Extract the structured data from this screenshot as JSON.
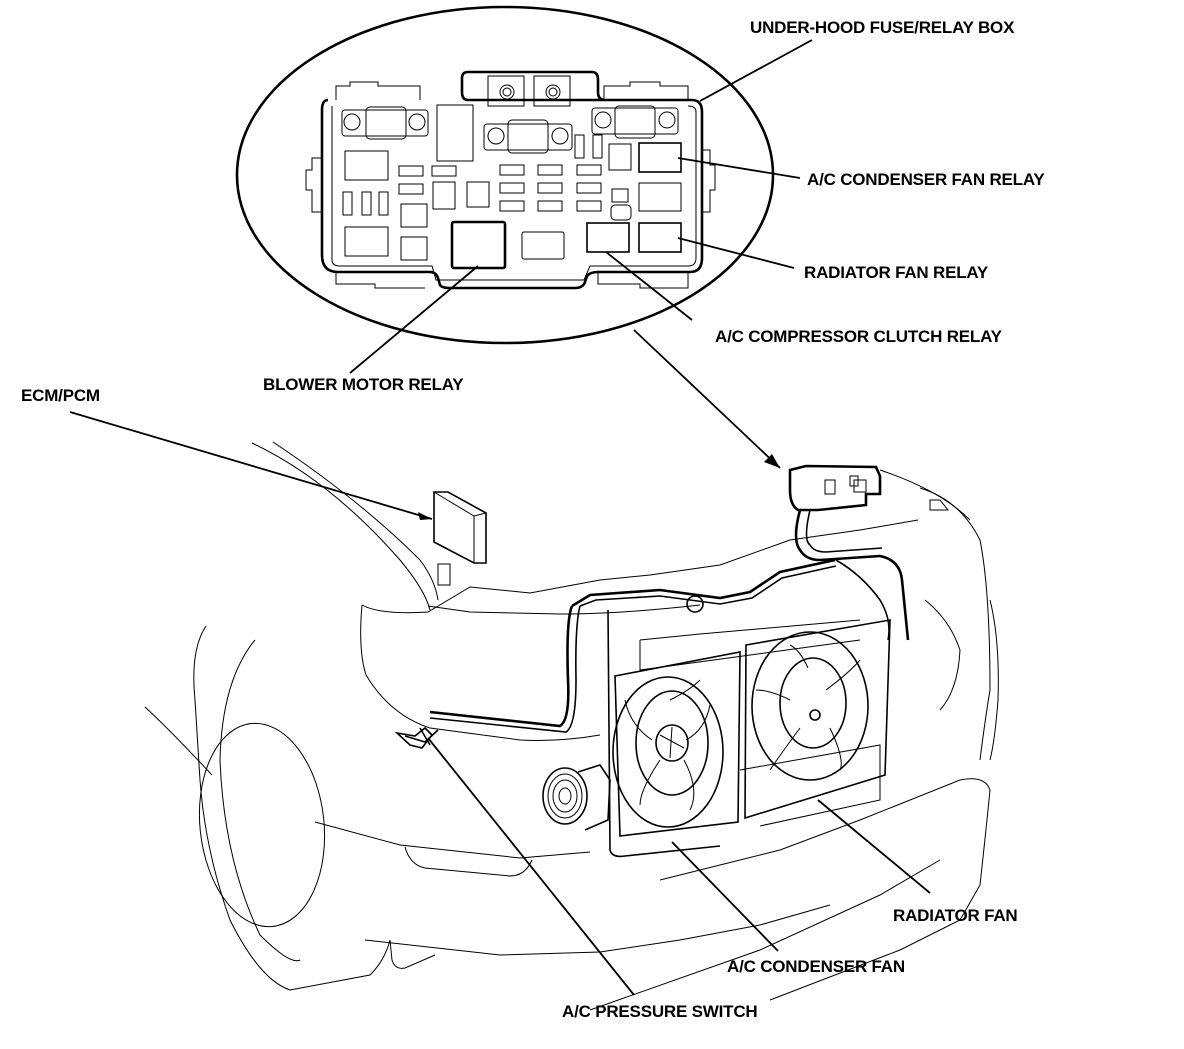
{
  "diagram": {
    "type": "component-location",
    "subject": "Cooling fan / A/C system component locations",
    "colors": {
      "line": "#000000",
      "background": "#ffffff"
    },
    "labels": {
      "fuse_box": "UNDER-HOOD FUSE/RELAY BOX",
      "ac_condenser_fan_relay": "A/C CONDENSER FAN RELAY",
      "radiator_fan_relay": "RADIATOR FAN RELAY",
      "ac_compressor_clutch_relay": "A/C COMPRESSOR CLUTCH RELAY",
      "blower_motor_relay": "BLOWER MOTOR RELAY",
      "ecm_pcm": "ECM/PCM",
      "radiator_fan": "RADIATOR FAN",
      "ac_condenser_fan": "A/C CONDENSER FAN",
      "ac_pressure_switch": "A/C PRESSURE SWITCH"
    },
    "callouts": [
      {
        "label": "fuse_box",
        "points_to": "fuse/relay box outline (detail view)"
      },
      {
        "label": "ac_condenser_fan_relay",
        "points_to": "upper-right relay in fuse box"
      },
      {
        "label": "radiator_fan_relay",
        "points_to": "lower-right relay in fuse box"
      },
      {
        "label": "ac_compressor_clutch_relay",
        "points_to": "lower relay left of radiator fan relay"
      },
      {
        "label": "blower_motor_relay",
        "points_to": "large bottom-center relay in fuse box"
      },
      {
        "label": "ecm_pcm",
        "points_to": "control module behind left headlight"
      },
      {
        "label": "radiator_fan",
        "points_to": "right fan shroud"
      },
      {
        "label": "ac_condenser_fan",
        "points_to": "left fan shroud"
      },
      {
        "label": "ac_pressure_switch",
        "points_to": "switch on A/C line near left headlight"
      }
    ]
  }
}
